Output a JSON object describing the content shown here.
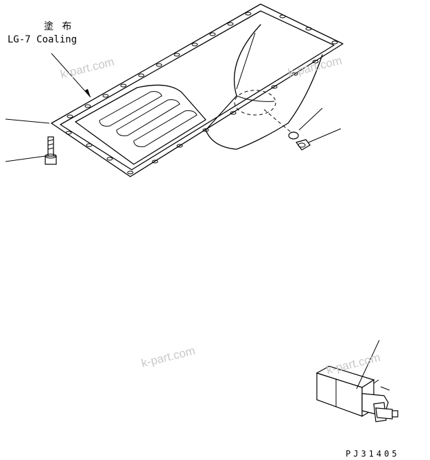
{
  "labels": {
    "coating_jp": "塗 布",
    "coating_en": "LG-7 Coaling",
    "drawing_number": "PJ31405"
  },
  "watermarks": [
    "k-part.com",
    "k-part.com",
    "k-part.com",
    "k-part.com"
  ],
  "colors": {
    "line": "#000000",
    "watermark": "#c8c8c8",
    "background": "#ffffff"
  }
}
